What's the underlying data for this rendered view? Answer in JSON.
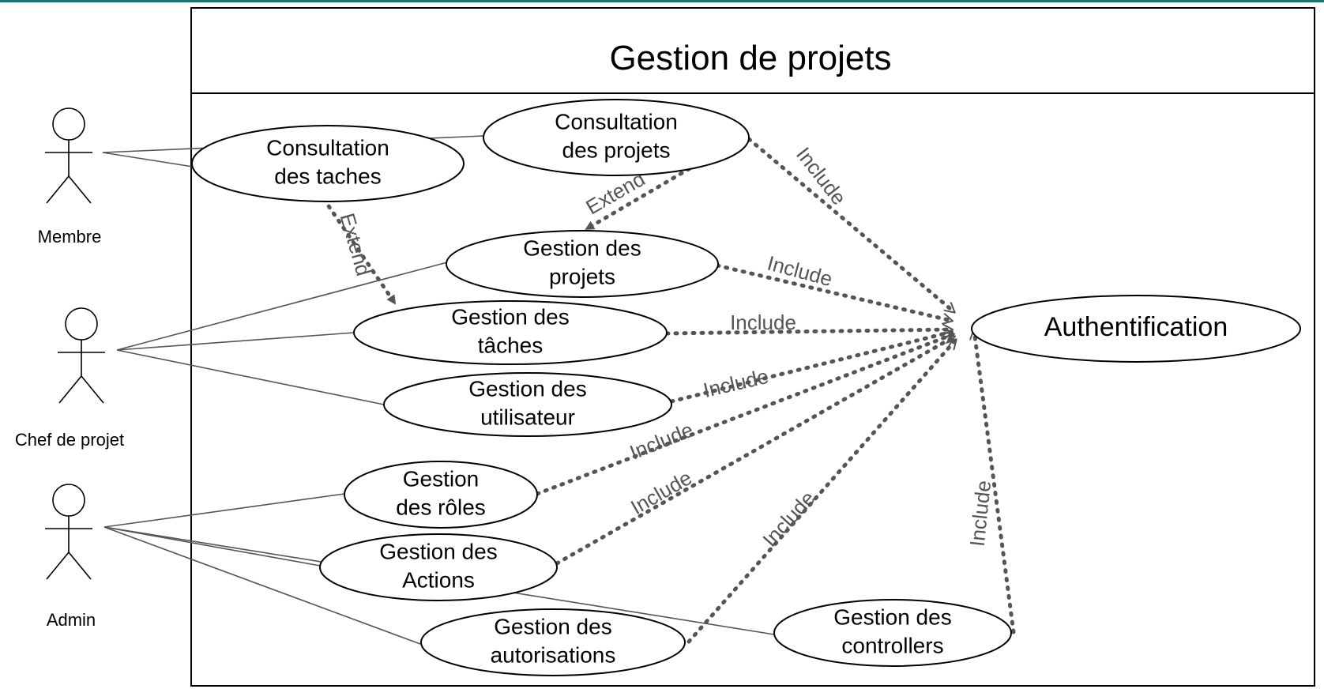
{
  "system": {
    "title": "Gestion de projets"
  },
  "actors": [
    {
      "id": "membre",
      "label": "Membre"
    },
    {
      "id": "chef",
      "label": "Chef de projet"
    },
    {
      "id": "admin",
      "label": "Admin"
    }
  ],
  "use_cases": [
    {
      "id": "consult_taches",
      "lines": [
        "Consultation",
        "des taches"
      ]
    },
    {
      "id": "consult_projets",
      "lines": [
        "Consultation",
        "des projets"
      ]
    },
    {
      "id": "gest_projets",
      "lines": [
        "Gestion des",
        "projets"
      ]
    },
    {
      "id": "gest_taches",
      "lines": [
        "Gestion des",
        "tâches"
      ]
    },
    {
      "id": "gest_users",
      "lines": [
        "Gestion des",
        "utilisateur"
      ]
    },
    {
      "id": "gest_roles",
      "lines": [
        "Gestion",
        "des rôles"
      ]
    },
    {
      "id": "gest_actions",
      "lines": [
        "Gestion des",
        "Actions"
      ]
    },
    {
      "id": "gest_autor",
      "lines": [
        "Gestion des",
        "autorisations"
      ]
    },
    {
      "id": "gest_ctrl",
      "lines": [
        "Gestion des",
        "controllers"
      ]
    },
    {
      "id": "auth",
      "lines": [
        "Authentification"
      ]
    }
  ],
  "associations": [
    {
      "actor": "membre",
      "use_case": "consult_taches"
    },
    {
      "actor": "membre",
      "use_case": "consult_projets"
    },
    {
      "actor": "chef",
      "use_case": "gest_projets"
    },
    {
      "actor": "chef",
      "use_case": "gest_taches"
    },
    {
      "actor": "chef",
      "use_case": "gest_users"
    },
    {
      "actor": "admin",
      "use_case": "gest_roles"
    },
    {
      "actor": "admin",
      "use_case": "gest_actions"
    },
    {
      "actor": "admin",
      "use_case": "gest_autor"
    },
    {
      "actor": "admin",
      "use_case": "gest_ctrl"
    }
  ],
  "relations": [
    {
      "type": "extend",
      "label": "Extend",
      "from": "consult_taches",
      "to": "gest_taches"
    },
    {
      "type": "extend",
      "label": "Extend",
      "from": "consult_projets",
      "to": "gest_projets"
    },
    {
      "type": "include",
      "label": "Include",
      "from": "consult_projets",
      "to": "auth"
    },
    {
      "type": "include",
      "label": "Include",
      "from": "gest_projets",
      "to": "auth"
    },
    {
      "type": "include",
      "label": "Include",
      "from": "gest_taches",
      "to": "auth"
    },
    {
      "type": "include",
      "label": "Include",
      "from": "gest_users",
      "to": "auth"
    },
    {
      "type": "include",
      "label": "Include",
      "from": "gest_roles",
      "to": "auth"
    },
    {
      "type": "include",
      "label": "Include",
      "from": "gest_actions",
      "to": "auth"
    },
    {
      "type": "include",
      "label": "Include",
      "from": "gest_autor",
      "to": "auth"
    },
    {
      "type": "include",
      "label": "Include",
      "from": "gest_ctrl",
      "to": "auth"
    }
  ],
  "colors": {
    "line": "#555555",
    "stroke": "#000000",
    "label": "#555555",
    "accent_bar": "#1d6f6a"
  }
}
